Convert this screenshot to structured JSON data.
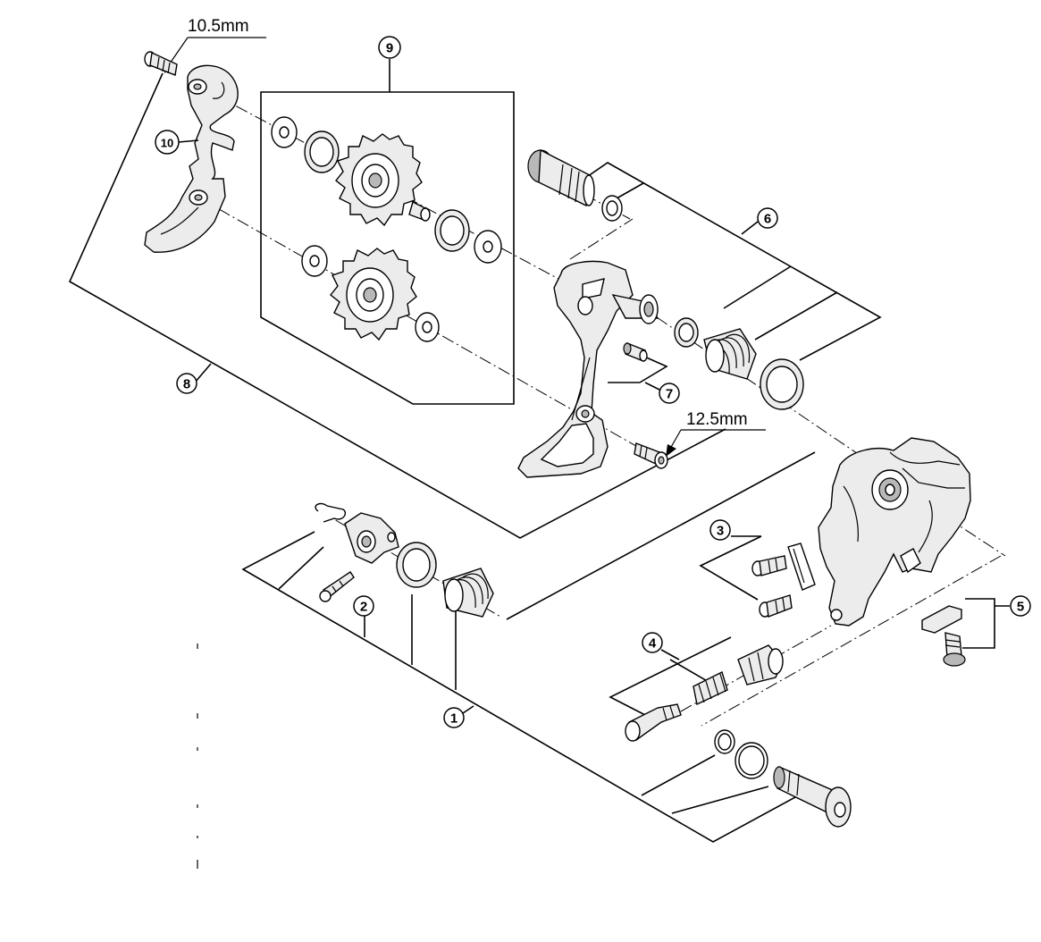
{
  "callouts": [
    {
      "id": "1",
      "label": "1"
    },
    {
      "id": "2",
      "label": "2"
    },
    {
      "id": "3",
      "label": "3"
    },
    {
      "id": "4",
      "label": "4"
    },
    {
      "id": "5",
      "label": "5"
    },
    {
      "id": "6",
      "label": "6"
    },
    {
      "id": "7",
      "label": "7"
    },
    {
      "id": "8",
      "label": "8"
    },
    {
      "id": "9",
      "label": "9"
    },
    {
      "id": "10",
      "label": "10"
    }
  ],
  "dimensions": {
    "upper_pulley_bolt": "10.5mm",
    "lower_pulley_bolt": "12.5mm"
  }
}
